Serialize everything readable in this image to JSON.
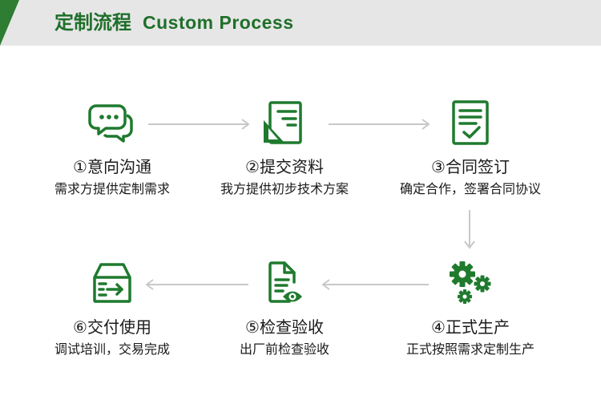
{
  "header": {
    "title_cn": "定制流程",
    "title_en": "Custom Process"
  },
  "colors": {
    "accent": "#2e7d32",
    "icon": "#1f7a2e",
    "arrow": "#c8c8c8",
    "header_bg": "#e6e6e6"
  },
  "steps": [
    {
      "name": "①意向沟通",
      "desc": "需求方提供定制需求",
      "icon": "chat-icon"
    },
    {
      "name": "②提交资料",
      "desc": "我方提供初步技术方案",
      "icon": "document-submit-icon"
    },
    {
      "name": "③合同签订",
      "desc": "确定合作，签署合同协议",
      "icon": "contract-check-icon"
    },
    {
      "name": "④正式生产",
      "desc": "正式按照需求定制生产",
      "icon": "gears-icon"
    },
    {
      "name": "⑤检查验收",
      "desc": "出厂前检查验收",
      "icon": "inspect-icon"
    },
    {
      "name": "⑥交付使用",
      "desc": "调试培训，交易完成",
      "icon": "delivery-box-icon"
    }
  ]
}
